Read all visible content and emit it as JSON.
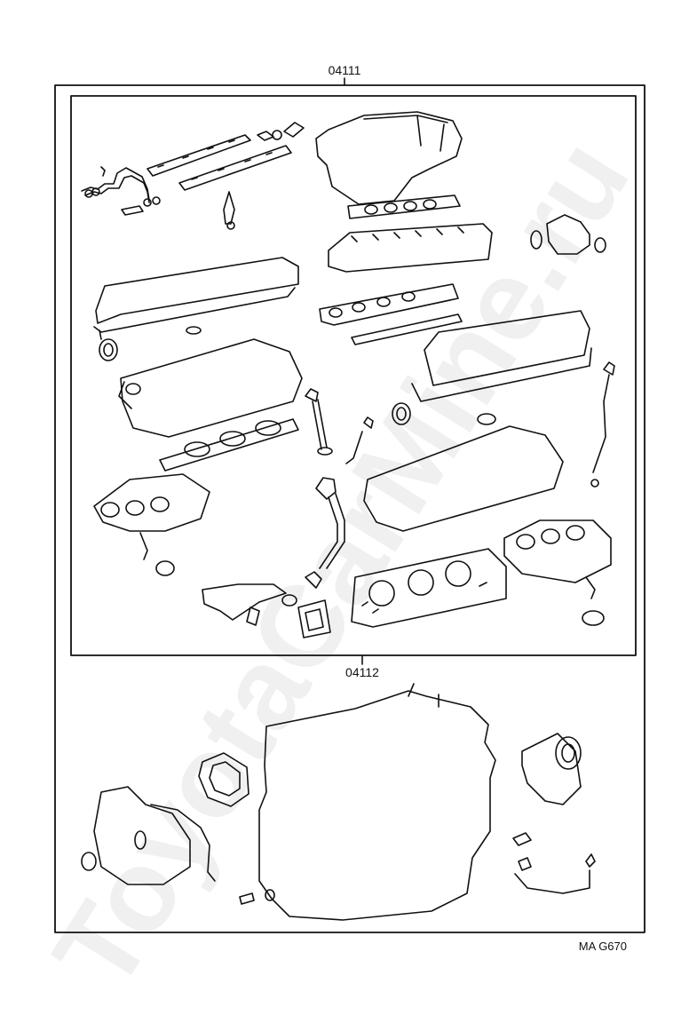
{
  "kits": [
    {
      "part_number": "04111"
    },
    {
      "part_number": "04112"
    }
  ],
  "figure_code": "MA G670",
  "watermark": "ToyotaCarMine.ru",
  "colors": {
    "line": "#111111",
    "background": "#ffffff"
  }
}
